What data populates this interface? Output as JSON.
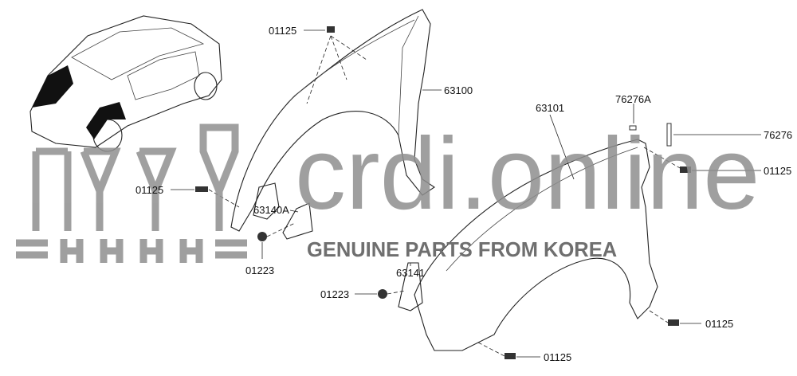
{
  "diagram": {
    "labels": {
      "bolt_top": "01125",
      "fender_lh": "63100",
      "clip": "76276A",
      "tape": "76276",
      "fender_rh": "63101",
      "bolt_right": "01125",
      "bolt_left": "01125",
      "bracket_lh": "63140A",
      "bracket_rh": "63141",
      "nut_left": "01223",
      "nut_center": "01223",
      "bolt_bottom_right": "01125",
      "bolt_bottom": "01125"
    }
  },
  "watermark": {
    "brand": "crdi.online",
    "tagline": "GENUINE PARTS FROM KOREA"
  }
}
